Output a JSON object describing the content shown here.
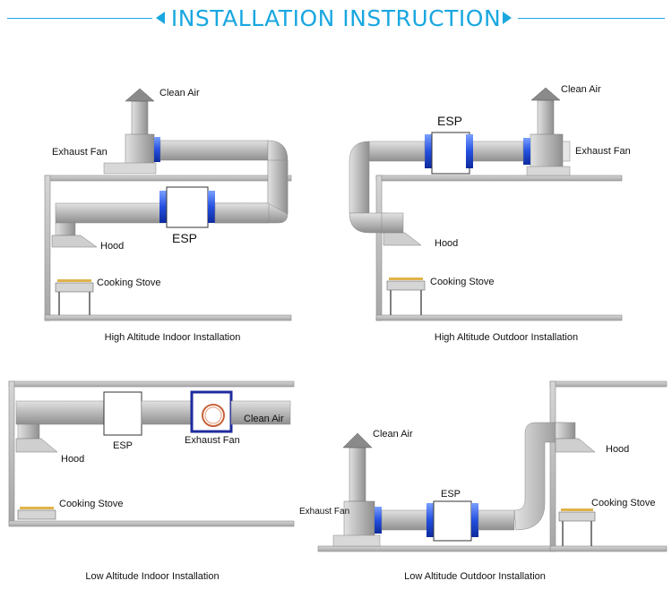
{
  "header": {
    "title": "INSTALLATION INSTRUCTION",
    "accent_color": "#1aa7e0"
  },
  "colors": {
    "duct": "#b9b9b9",
    "wall": "#999999",
    "fan_ring": "#2a5ad8",
    "panel_border": "#1f2b9c",
    "fan_coil": "#c8623a"
  },
  "diagrams": [
    {
      "caption": "High Altitude Indoor Installation",
      "clean_air": "Clean Air",
      "exhaust_fan": "Exhaust Fan",
      "esp": "ESP",
      "hood": "Hood",
      "stove": "Cooking Stove"
    },
    {
      "caption": "High Altitude Outdoor Installation",
      "clean_air": "Clean Air",
      "exhaust_fan": "Exhaust Fan",
      "esp": "ESP",
      "hood": "Hood",
      "stove": "Cooking Stove"
    },
    {
      "caption": "Low Altitude Indoor Installation",
      "clean_air": "Clean Air",
      "exhaust_fan": "Exhaust Fan",
      "esp": "ESP",
      "hood": "Hood",
      "stove": "Cooking Stove"
    },
    {
      "caption": "Low Altitude Outdoor Installation",
      "clean_air": "Clean Air",
      "exhaust_fan": "Exhaust Fan",
      "esp": "ESP",
      "hood": "Hood",
      "stove": "Cooking Stove"
    }
  ]
}
